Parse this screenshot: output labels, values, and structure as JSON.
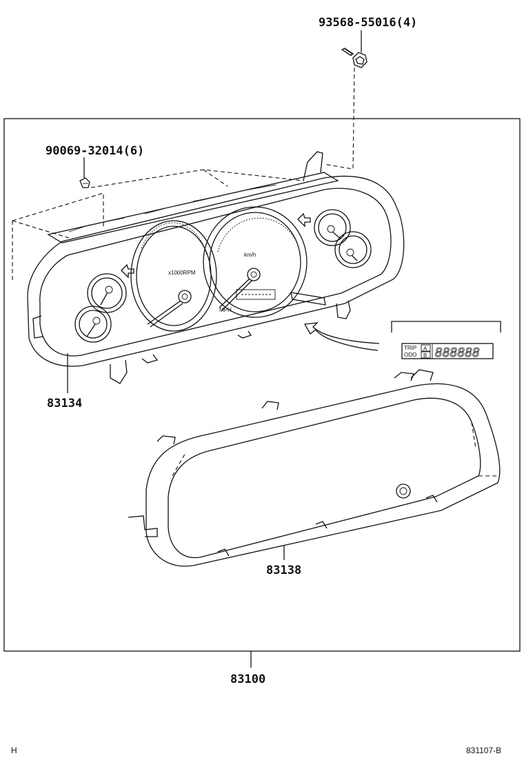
{
  "parts": {
    "screw_top": "93568-55016(4)",
    "screw_left": "90069-32014(6)",
    "meter_body": "83134",
    "glass_cover": "83138",
    "combination_meter": "83100"
  },
  "gauge_text": {
    "tachometer": "x1000RPM",
    "speedometer": "km/h",
    "mph": "MPH"
  },
  "odometer_inset": {
    "trip": "TRIP",
    "odo": "ODO",
    "a": "A",
    "b": "B",
    "digits": "888888"
  },
  "footer": {
    "left_mark": "H",
    "figure_code": "831107-B"
  }
}
